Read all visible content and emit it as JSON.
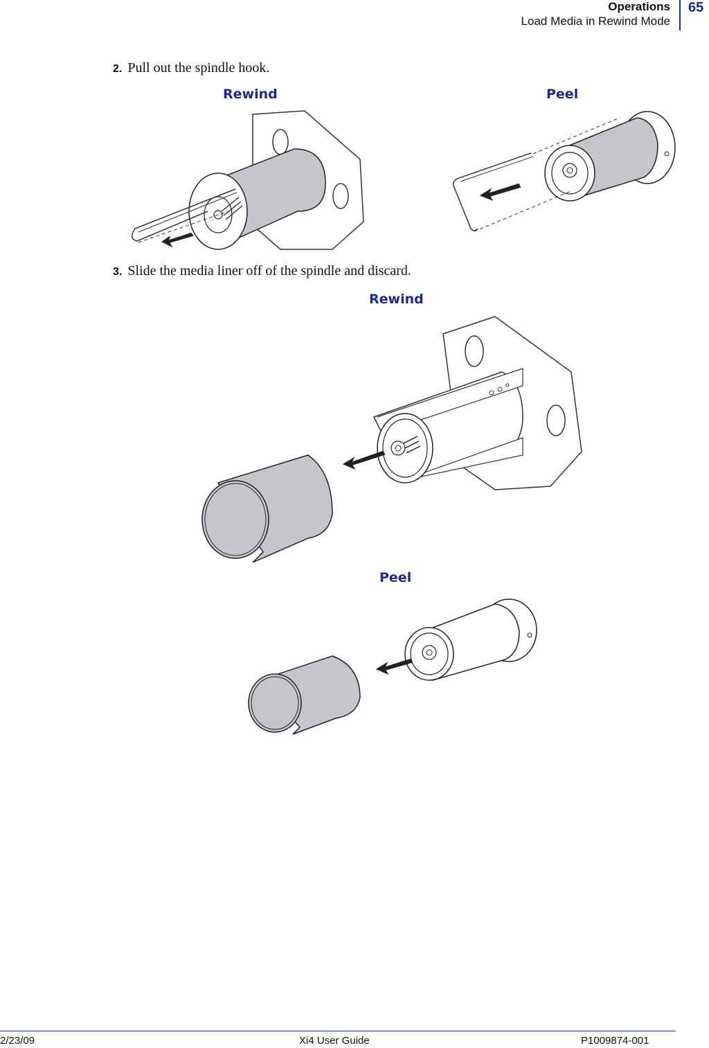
{
  "header": {
    "section": "Operations",
    "subsection": "Load Media in Rewind Mode",
    "page_number": "65"
  },
  "steps": [
    {
      "number": "2.",
      "text": "Pull out the spindle hook."
    },
    {
      "number": "3.",
      "text": "Slide the media liner off of the spindle and discard."
    }
  ],
  "figures": {
    "step2_left_label": "Rewind",
    "step2_right_label": "Peel",
    "step3_top_label": "Rewind",
    "step3_bottom_label": "Peel"
  },
  "footer": {
    "date": "2/23/09",
    "title": "Xi4 User Guide",
    "part_number": "P1009874-001"
  },
  "colors": {
    "accent": "#1c2a8c",
    "roll_fill": "#c4c6cb"
  }
}
